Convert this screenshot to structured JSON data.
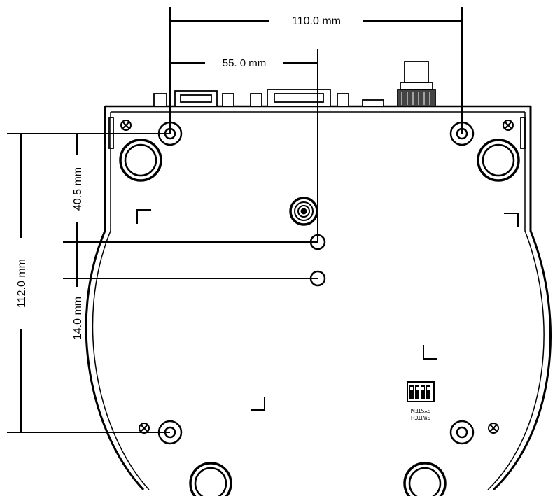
{
  "dimensions": {
    "width_total": "110.0 mm",
    "width_half": "55. 0 mm",
    "height_total": "112.0 mm",
    "height_upper": "40.5 mm",
    "height_lower": "14.0 mm"
  },
  "labels": {
    "switch_line1": "SYSTEM",
    "switch_line2": "SWITCH"
  }
}
